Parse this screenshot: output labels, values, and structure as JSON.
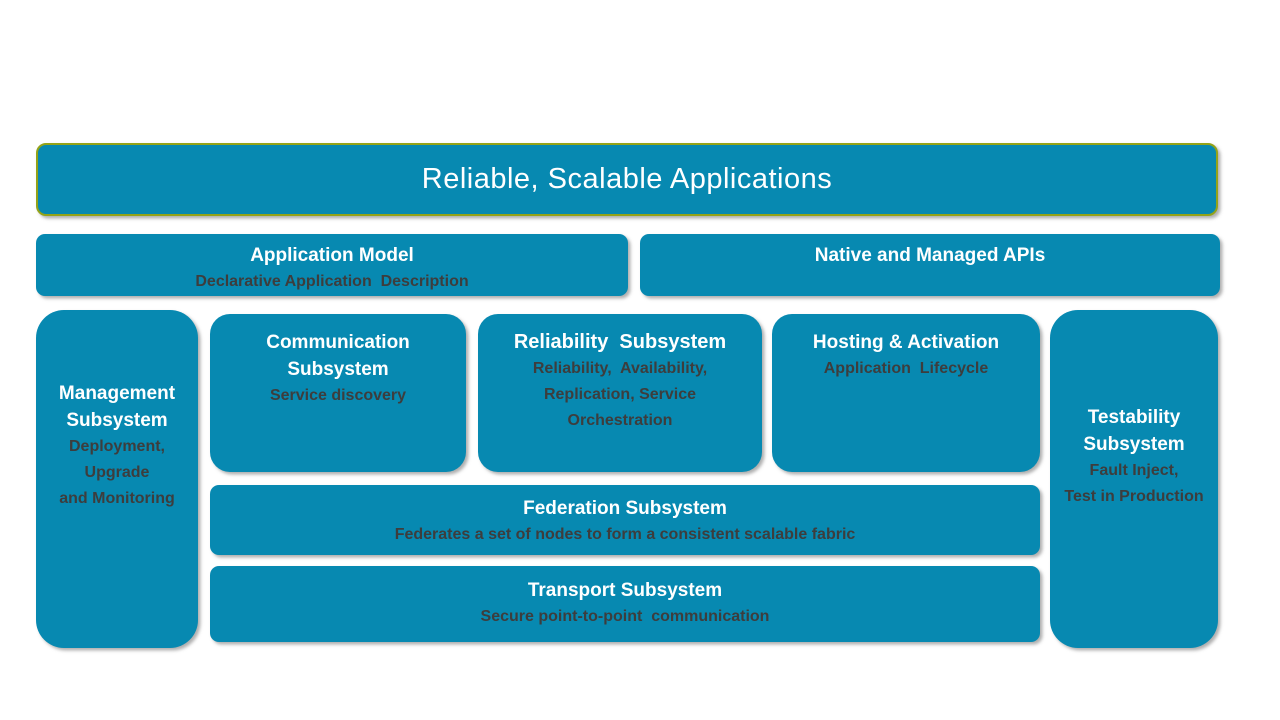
{
  "colors": {
    "box_fill": "#0789b1",
    "title_border": "#94a318",
    "header_text": "#ffffff",
    "subtitle_text": "#3d3d3d"
  },
  "diagram": {
    "top": {
      "title": "Reliable, Scalable Applications"
    },
    "row2": {
      "application_model": {
        "title": "Application Model",
        "subtitle": "Declarative Application  Description"
      },
      "native_apis": {
        "title": "Native and Managed APIs"
      }
    },
    "subsystems": {
      "management": {
        "title": "Management\nSubsystem",
        "subtitle": "Deployment,\nUpgrade\nand Monitoring"
      },
      "communication": {
        "title": "Communication\nSubsystem",
        "subtitle": "Service discovery"
      },
      "reliability": {
        "title": "Reliability  Subsystem",
        "subtitle": "Reliability,  Availability,\nReplication, Service\nOrchestration"
      },
      "hosting": {
        "title": "Hosting & Activation",
        "subtitle": "Application  Lifecycle"
      },
      "testability": {
        "title": "Testability\nSubsystem",
        "subtitle": "Fault Inject,\nTest in Production"
      },
      "federation": {
        "title": "Federation Subsystem",
        "subtitle": "Federates a set of nodes to form a consistent scalable fabric"
      },
      "transport": {
        "title": "Transport Subsystem",
        "subtitle": "Secure point-to-point  communication"
      }
    }
  }
}
